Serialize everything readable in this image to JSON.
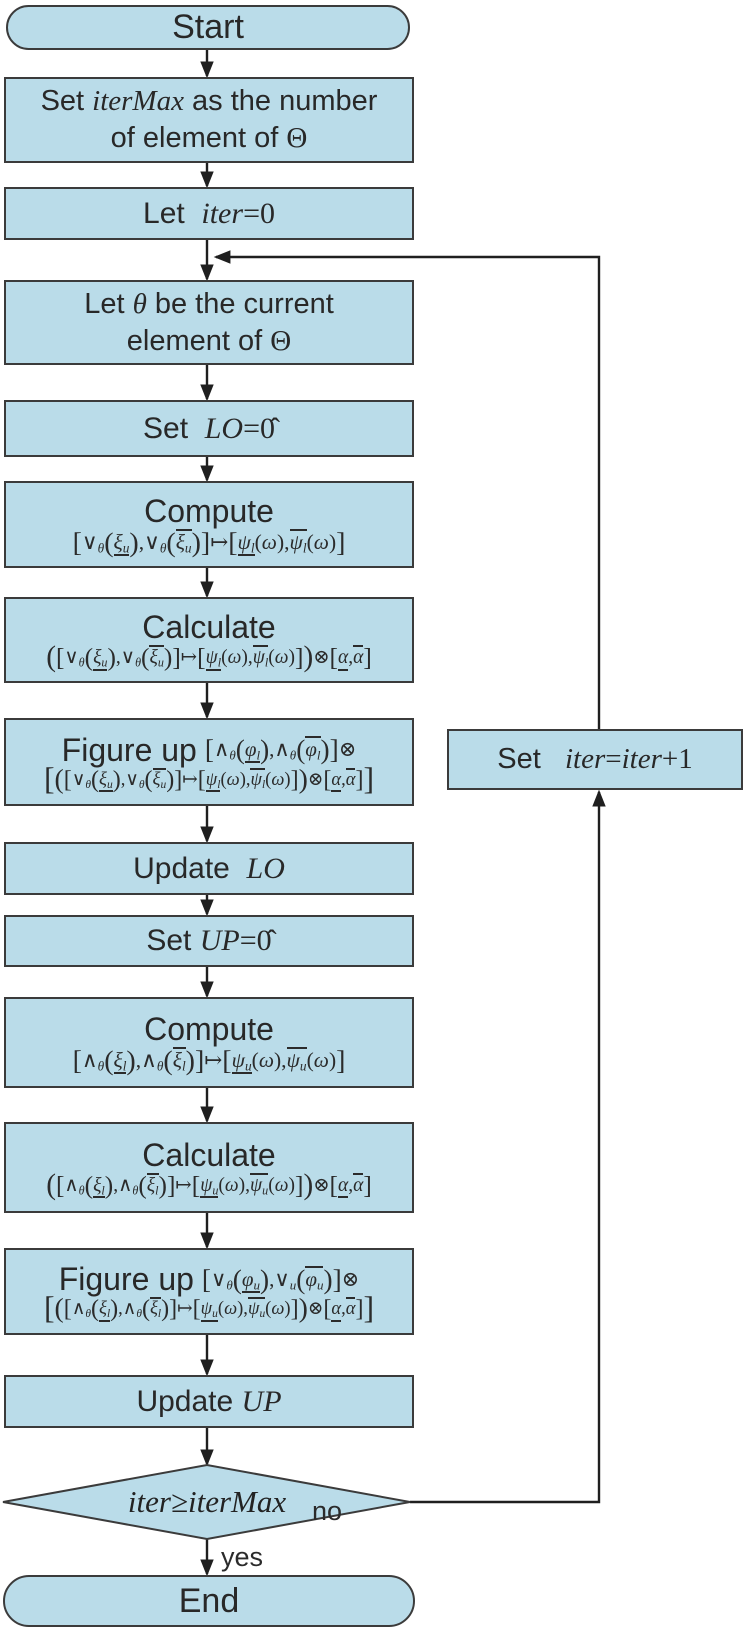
{
  "colors": {
    "node_fill": "#badce9",
    "node_border": "#3b3b3b",
    "connector": "#1f1f1f",
    "text": "#282828"
  },
  "nodes": {
    "start": {
      "label": "Start"
    },
    "set_itermax": {
      "html": "Set <span class=m>iterMax</span> as the number<br>of element of <span class=mu>&Theta;</span>"
    },
    "let_iter": {
      "html": "Let&nbsp; <span class=m>iter</span><span class=mu>=0</span>"
    },
    "let_theta": {
      "html": "Let <span class=m>&theta;</span> be the current<br>element of <span class=mu>&Theta;</span>"
    },
    "set_lo": {
      "html": "Set&nbsp; <span class=m>LO</span><span class=mu>=0̂</span>"
    },
    "compute_lo": {
      "heading": "Compute",
      "formula": "<span class=k>[</span>&or;<sub>&theta;</sub><span class=k>(</span><span class=u><i>&xi;<sub>u</sub></i></span><span class=k>)</span>,&or;<sub>&theta;</sub><span class=k>(</span><span class=o><i>&xi;<sub>u</sub></i></span><span class=k>)</span><span class=k>]</span>&#8614;<span class=k>[</span><span class=u><i>&psi;<sub>l</sub></i></span>(<i>&omega;</i>),<span class=o><i>&psi;<sub>l</sub></i></span>(<i>&omega;</i>)<span class=k>]</span>"
    },
    "calc_lo": {
      "heading": "Calculate",
      "formula": "<span class=K>(</span><span class=k>[</span>&or;<sub>&theta;</sub><span class=k>(</span><span class=u><i>&xi;<sub>u</sub></i></span><span class=k>)</span>,&or;<sub>&theta;</sub><span class=k>(</span><span class=o><i>&xi;<sub>u</sub></i></span><span class=k>)</span><span class=k>]</span>&#8614;<span class=k>[</span><span class=u><i>&psi;<sub>l</sub></i></span>(<i>&omega;</i>),<span class=o><i>&psi;<sub>l</sub></i></span>(<i>&omega;</i>)<span class=k>]</span><span class=K>)</span>&otimes;<span class=k>[</span><span class=u><i>&alpha;</i></span>,<span class=o><i>&alpha;</i></span><span class=k>]</span>"
    },
    "figure_lo": {
      "heading": "Figure up",
      "formula_line1": "<span class=k>[</span>&and;<sub>&theta;</sub><span class=k>(</span><span class=u><i>&phi;<sub>l</sub></i></span><span class=k>)</span>,&and;<sub>&theta;</sub><span class=k>(</span><span class=o><i>&phi;<sub>l</sub></i></span><span class=k>)</span><span class=k>]</span>&otimes;",
      "formula_line2": "<span class=K2>[</span><span class=K>(</span><span class=k>[</span>&or;<sub>&theta;</sub><span class=k>(</span><span class=u><i>&xi;<sub>u</sub></i></span><span class=k>)</span>,&or;<sub>&theta;</sub><span class=k>(</span><span class=o><i>&xi;<sub>u</sub></i></span><span class=k>)</span><span class=k>]</span>&#8614;<span class=k>[</span><span class=u><i>&psi;<sub>l</sub></i></span>(<i>&omega;</i>),<span class=o><i>&psi;<sub>l</sub></i></span>(<i>&omega;</i>)<span class=k>]</span><span class=K>)</span>&otimes;<span class=k>[</span><span class=u><i>&alpha;</i></span>,<span class=o><i>&alpha;</i></span><span class=k>]</span><span class=K2>]</span>"
    },
    "update_lo": {
      "html": "Update&nbsp; <span class=m>LO</span>"
    },
    "set_up": {
      "html": "Set <span class=m>UP</span><span class=mu>=0̂</span>"
    },
    "compute_up": {
      "heading": "Compute",
      "formula": "<span class=k>[</span>&and;<sub>&theta;</sub><span class=k>(</span><span class=u><i>&xi;<sub>l</sub></i></span><span class=k>)</span>,&and;<sub>&theta;</sub><span class=k>(</span><span class=o><i>&xi;<sub>l</sub></i></span><span class=k>)</span><span class=k>]</span>&#8614;<span class=k>[</span><span class=u><i>&psi;<sub>u</sub></i></span>(<i>&omega;</i>),<span class=o><i>&psi;<sub>u</sub></i></span>(<i>&omega;</i>)<span class=k>]</span>"
    },
    "calc_up": {
      "heading": "Calculate",
      "formula": "<span class=K>(</span><span class=k>[</span>&and;<sub>&theta;</sub><span class=k>(</span><span class=u><i>&xi;<sub>l</sub></i></span><span class=k>)</span>,&and;<sub>&theta;</sub><span class=k>(</span><span class=o><i>&xi;<sub>l</sub></i></span><span class=k>)</span><span class=k>]</span>&#8614;<span class=k>[</span><span class=u><i>&psi;<sub>u</sub></i></span>(<i>&omega;</i>),<span class=o><i>&psi;<sub>u</sub></i></span>(<i>&omega;</i>)<span class=k>]</span><span class=K>)</span>&otimes;<span class=k>[</span><span class=u><i>&alpha;</i></span>,<span class=o><i>&alpha;</i></span><span class=k>]</span>"
    },
    "figure_up": {
      "heading": "Figure up",
      "formula_line1": "<span class=k>[</span>&or;<sub>&theta;</sub><span class=k>(</span><span class=u><i>&phi;<sub>u</sub></i></span><span class=k>)</span>,&or;<sub>u</sub><span class=k>(</span><span class=o><i>&phi;<sub>u</sub></i></span><span class=k>)</span><span class=k>]</span>&otimes;",
      "formula_line2": "<span class=K2>[</span><span class=K>(</span><span class=k>[</span>&and;<sub>&theta;</sub><span class=k>(</span><span class=u><i>&xi;<sub>l</sub></i></span><span class=k>)</span>,&and;<sub>&theta;</sub><span class=k>(</span><span class=o><i>&xi;<sub>l</sub></i></span><span class=k>)</span><span class=k>]</span>&#8614;<span class=k>[</span><span class=u><i>&psi;<sub>u</sub></i></span>(<i>&omega;</i>),<span class=o><i>&psi;<sub>u</sub></i></span>(<i>&omega;</i>)<span class=k>]</span><span class=K>)</span>&otimes;<span class=k>[</span><span class=u><i>&alpha;</i></span>,<span class=o><i>&alpha;</i></span><span class=k>]</span><span class=K2>]</span>"
    },
    "update_up": {
      "html": "Update <span class=m>UP</span>"
    },
    "decision": {
      "html": "<span class=m>iter</span>&ge;<span class=m>iterMax</span>"
    },
    "increment": {
      "html": "Set&nbsp;&nbsp; <span class=m>iter</span><span class=mu>=</span><span class=m>iter</span><span class=mu>+1</span>"
    },
    "end": {
      "label": "End"
    }
  },
  "edge_labels": {
    "yes": "yes",
    "no": "no"
  }
}
